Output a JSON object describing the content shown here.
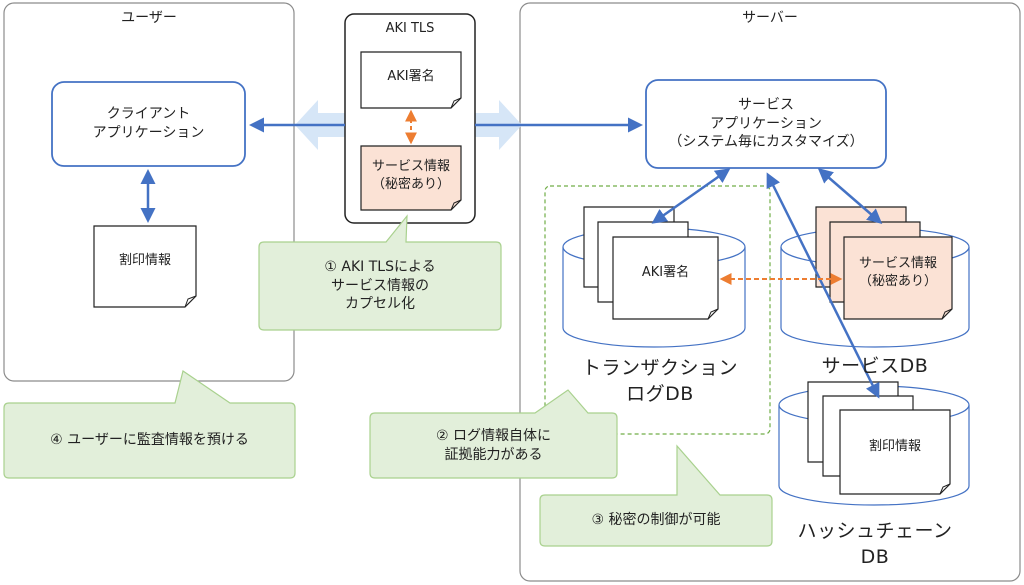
{
  "user_panel": {
    "title": "ユーザー"
  },
  "server_panel": {
    "title": "サーバー"
  },
  "aki_tls": {
    "title": "AKI TLS",
    "signature": "AKI署名",
    "service_info": "サービス情報\n（秘密あり）"
  },
  "client_app": {
    "label": "クライアント\nアプリケーション"
  },
  "user_stamp_info": {
    "label": "割印情報"
  },
  "service_app": {
    "label": "サービス\nアプリケーション\n（システム毎にカスタマイズ）"
  },
  "transaction_db": {
    "doc_label": "AKI署名",
    "title": "トランザクション\nログDB"
  },
  "service_db": {
    "doc_label": "サービス情報\n（秘密あり）",
    "title": "サービスDB"
  },
  "hashchain_db": {
    "doc_label": "割印情報",
    "title": "ハッシュチェーン\nDB"
  },
  "callouts": {
    "c1": "① AKI TLSによる\nサービス情報の\nカプセル化",
    "c2": "② ログ情報自体に\n証拠能力がある",
    "c3": "③ 秘密の制御が可能",
    "c4": "④ ユーザーに監査情報を預ける"
  },
  "colors": {
    "blue": "#4472C4",
    "orange": "#ED7D31",
    "peach": "#FBE2D5",
    "callout_fill": "#E2EFDA",
    "callout_border": "#A9D18E",
    "light_blue_arrow": "#D6E6F7",
    "panel_border": "#8C8C8C",
    "dashed_green": "#70AD47"
  }
}
